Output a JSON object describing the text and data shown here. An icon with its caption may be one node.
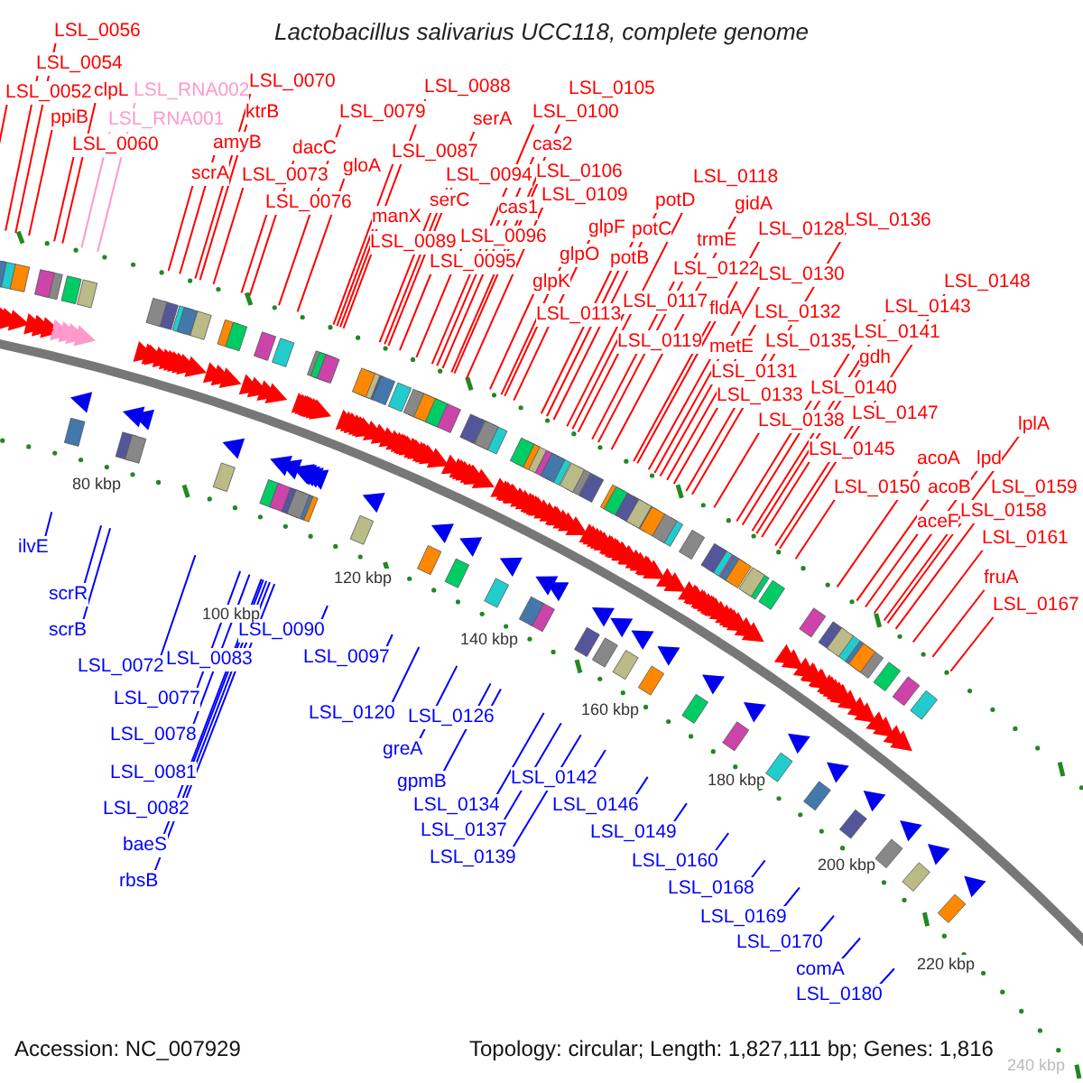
{
  "diagram": {
    "title": "Lactobacillus salivarius UCC118, complete genome",
    "nodes": [
      {
        "text": [
          "LSL_0056"
        ]
      },
      {
        "text": [
          "LSL_0054"
        ]
      },
      {
        "text": [
          "LSL_0052"
        ]
      },
      {
        "text": [
          "clpL"
        ]
      },
      {
        "text": [
          "LSL_RNA002"
        ]
      },
      {
        "text": [
          "ppiB"
        ]
      },
      {
        "text": [
          "LSL_RNA001"
        ]
      },
      {
        "text": [
          "LSL_0060"
        ]
      },
      {
        "text": [
          "LSL_0070"
        ]
      },
      {
        "text": [
          "ktrB"
        ]
      },
      {
        "text": [
          "amyB"
        ]
      },
      {
        "text": [
          "scrA"
        ]
      },
      {
        "text": [
          "LSL_0073"
        ]
      },
      {
        "text": [
          "LSL_0076"
        ]
      },
      {
        "text": [
          "dacC"
        ]
      },
      {
        "text": [
          "LSL_0079"
        ]
      },
      {
        "text": [
          "gloA"
        ]
      },
      {
        "text": [
          "LSL_0088"
        ]
      },
      {
        "text": [
          "serA"
        ]
      },
      {
        "text": [
          "LSL_0087"
        ]
      },
      {
        "text": [
          "LSL_0094"
        ]
      },
      {
        "text": [
          "serC"
        ]
      },
      {
        "text": [
          "manX"
        ]
      },
      {
        "text": [
          "LSL_0089"
        ]
      },
      {
        "text": [
          "LSL_0096"
        ]
      },
      {
        "text": [
          "LSL_0095"
        ]
      },
      {
        "text": [
          "cas1"
        ]
      },
      {
        "text": [
          "LSL_0100"
        ]
      },
      {
        "text": [
          "LSL_0105"
        ]
      },
      {
        "text": [
          "cas2"
        ]
      },
      {
        "text": [
          "LSL_0106"
        ]
      },
      {
        "text": [
          "LSL_0109"
        ]
      },
      {
        "text": [
          "glpF"
        ]
      },
      {
        "text": [
          "glpO"
        ]
      },
      {
        "text": [
          "glpK"
        ]
      },
      {
        "text": [
          "LSL_0113"
        ]
      },
      {
        "text": [
          "potD"
        ]
      },
      {
        "text": [
          "potC"
        ]
      },
      {
        "text": [
          "potB"
        ]
      },
      {
        "text": [
          "LSL_0117"
        ]
      },
      {
        "text": [
          "LSL_0119"
        ]
      },
      {
        "text": [
          "LSL_0118"
        ]
      },
      {
        "text": [
          "gidA"
        ]
      },
      {
        "text": [
          "trmE"
        ]
      },
      {
        "text": [
          "LSL_0122"
        ]
      },
      {
        "text": [
          "fldA"
        ]
      },
      {
        "text": [
          "LSL_0128"
        ]
      },
      {
        "text": [
          "LSL_0130"
        ]
      },
      {
        "text": [
          "LSL_0136"
        ]
      },
      {
        "text": [
          "LSL_0132"
        ]
      },
      {
        "text": [
          "metE"
        ]
      },
      {
        "text": [
          "LSL_0135"
        ]
      },
      {
        "text": [
          "LSL_0131"
        ]
      },
      {
        "text": [
          "LSL_0133"
        ]
      },
      {
        "text": [
          "LSL_0148"
        ]
      },
      {
        "text": [
          "LSL_0143"
        ]
      },
      {
        "text": [
          "LSL_0141"
        ]
      },
      {
        "text": [
          "gdh"
        ]
      },
      {
        "text": [
          "LSL_0140"
        ]
      },
      {
        "text": [
          "LSL_0138"
        ]
      },
      {
        "text": [
          "LSL_0147"
        ]
      },
      {
        "text": [
          "LSL_0145"
        ]
      },
      {
        "text": [
          "LSL_0150"
        ]
      },
      {
        "text": [
          "acoA"
        ]
      },
      {
        "text": [
          "lpd"
        ]
      },
      {
        "text": [
          "lplA"
        ]
      },
      {
        "text": [
          "acoB"
        ]
      },
      {
        "text": [
          "LSL_0159"
        ]
      },
      {
        "text": [
          "aceF"
        ]
      },
      {
        "text": [
          "LSL_0158"
        ]
      },
      {
        "text": [
          "LSL_0161"
        ]
      },
      {
        "text": [
          "fruA"
        ]
      },
      {
        "text": [
          "LSL_0167"
        ]
      },
      {
        "text": [
          "ilvE"
        ]
      },
      {
        "text": [
          "scrR"
        ]
      },
      {
        "text": [
          "scrB"
        ]
      },
      {
        "text": [
          "LSL_0072"
        ]
      },
      {
        "text": [
          "LSL_0083"
        ]
      },
      {
        "text": [
          "LSL_0077"
        ]
      },
      {
        "text": [
          "LSL_0078"
        ]
      },
      {
        "text": [
          "LSL_0081"
        ]
      },
      {
        "text": [
          "LSL_0082"
        ]
      },
      {
        "text": [
          "baeS"
        ]
      },
      {
        "text": [
          "rbsB"
        ]
      },
      {
        "text": [
          "LSL_0090"
        ]
      },
      {
        "text": [
          "LSL_0097"
        ]
      },
      {
        "text": [
          "LSL_0120"
        ]
      },
      {
        "text": [
          "LSL_0126"
        ]
      },
      {
        "text": [
          "greA"
        ]
      },
      {
        "text": [
          "gpmB"
        ]
      },
      {
        "text": [
          "LSL_0134"
        ]
      },
      {
        "text": [
          "LSL_0137"
        ]
      },
      {
        "text": [
          "LSL_0139"
        ]
      },
      {
        "text": [
          "LSL_0142"
        ]
      },
      {
        "text": [
          "LSL_0146"
        ]
      },
      {
        "text": [
          "LSL_0149"
        ]
      },
      {
        "text": [
          "LSL_0160"
        ]
      },
      {
        "text": [
          "LSL_0168"
        ]
      },
      {
        "text": [
          "LSL_0169"
        ]
      },
      {
        "text": [
          "LSL_0170"
        ]
      },
      {
        "text": [
          "comA"
        ]
      },
      {
        "text": [
          "LSL_0180"
        ]
      }
    ],
    "edges": [
      {
        "from": 0,
        "to": null,
        "arrow": "none"
      },
      {
        "from": 1,
        "to": null,
        "arrow": "none"
      },
      {
        "from": 2,
        "to": null,
        "arrow": "none"
      },
      {
        "from": 3,
        "to": null,
        "arrow": "none"
      },
      {
        "from": 4,
        "to": null,
        "arrow": "none",
        "color": "#ff99cc"
      },
      {
        "from": 5,
        "to": null,
        "arrow": "none"
      },
      {
        "from": 6,
        "to": null,
        "arrow": "none",
        "color": "#ff99cc"
      },
      {
        "from": 7,
        "to": null,
        "arrow": "none"
      },
      {
        "from": 8,
        "to": null,
        "arrow": "none"
      },
      {
        "from": 9,
        "to": null,
        "arrow": "none"
      },
      {
        "from": 10,
        "to": null,
        "arrow": "none"
      },
      {
        "from": 11,
        "to": null,
        "arrow": "none"
      },
      {
        "from": 12,
        "to": null,
        "arrow": "none"
      },
      {
        "from": 13,
        "to": null,
        "arrow": "none"
      },
      {
        "from": 14,
        "to": null,
        "arrow": "none"
      },
      {
        "from": 15,
        "to": null,
        "arrow": "none"
      },
      {
        "from": 16,
        "to": null,
        "arrow": "none"
      },
      {
        "from": 17,
        "to": null,
        "arrow": "none"
      },
      {
        "from": 18,
        "to": null,
        "arrow": "none"
      },
      {
        "from": 19,
        "to": null,
        "arrow": "none"
      },
      {
        "from": 20,
        "to": null,
        "arrow": "none"
      },
      {
        "from": 21,
        "to": null,
        "arrow": "none"
      },
      {
        "from": 22,
        "to": null,
        "arrow": "none"
      },
      {
        "from": 23,
        "to": null,
        "arrow": "none"
      },
      {
        "from": 24,
        "to": null,
        "arrow": "none"
      },
      {
        "from": 25,
        "to": null,
        "arrow": "none"
      },
      {
        "from": 26,
        "to": null,
        "arrow": "none"
      },
      {
        "from": 27,
        "to": null,
        "arrow": "none"
      },
      {
        "from": 28,
        "to": null,
        "arrow": "none"
      },
      {
        "from": 29,
        "to": null,
        "arrow": "none"
      },
      {
        "from": 30,
        "to": null,
        "arrow": "none"
      },
      {
        "from": 31,
        "to": null,
        "arrow": "none"
      },
      {
        "from": 32,
        "to": null,
        "arrow": "none"
      },
      {
        "from": 33,
        "to": null,
        "arrow": "none"
      },
      {
        "from": 34,
        "to": null,
        "arrow": "none"
      },
      {
        "from": 35,
        "to": null,
        "arrow": "none"
      },
      {
        "from": 36,
        "to": null,
        "arrow": "none"
      },
      {
        "from": 37,
        "to": null,
        "arrow": "none"
      },
      {
        "from": 38,
        "to": null,
        "arrow": "none"
      },
      {
        "from": 39,
        "to": null,
        "arrow": "none"
      },
      {
        "from": 40,
        "to": null,
        "arrow": "none"
      },
      {
        "from": 41,
        "to": null,
        "arrow": "none"
      },
      {
        "from": 42,
        "to": null,
        "arrow": "none"
      },
      {
        "from": 43,
        "to": null,
        "arrow": "none"
      },
      {
        "from": 44,
        "to": null,
        "arrow": "none"
      },
      {
        "from": 45,
        "to": null,
        "arrow": "none"
      },
      {
        "from": 46,
        "to": null,
        "arrow": "none"
      },
      {
        "from": 47,
        "to": null,
        "arrow": "none"
      },
      {
        "from": 48,
        "to": null,
        "arrow": "none"
      },
      {
        "from": 49,
        "to": null,
        "arrow": "none"
      },
      {
        "from": 50,
        "to": null,
        "arrow": "none"
      },
      {
        "from": 51,
        "to": null,
        "arrow": "none"
      },
      {
        "from": 52,
        "to": null,
        "arrow": "none"
      },
      {
        "from": 53,
        "to": null,
        "arrow": "none"
      },
      {
        "from": 54,
        "to": null,
        "arrow": "none"
      },
      {
        "from": 55,
        "to": null,
        "arrow": "none"
      },
      {
        "from": 56,
        "to": null,
        "arrow": "none"
      },
      {
        "from": 57,
        "to": null,
        "arrow": "none"
      },
      {
        "from": 58,
        "to": null,
        "arrow": "none"
      },
      {
        "from": 59,
        "to": null,
        "arrow": "none"
      },
      {
        "from": 60,
        "to": null,
        "arrow": "none"
      },
      {
        "from": 61,
        "to": null,
        "arrow": "none"
      },
      {
        "from": 62,
        "to": null,
        "arrow": "none"
      },
      {
        "from": 63,
        "to": null,
        "arrow": "none"
      },
      {
        "from": 64,
        "to": null,
        "arrow": "none"
      },
      {
        "from": 65,
        "to": null,
        "arrow": "none"
      },
      {
        "from": 66,
        "to": null,
        "arrow": "none"
      },
      {
        "from": 67,
        "to": null,
        "arrow": "none"
      },
      {
        "from": 68,
        "to": null,
        "arrow": "none"
      },
      {
        "from": 69,
        "to": null,
        "arrow": "none"
      },
      {
        "from": 70,
        "to": null,
        "arrow": "none"
      },
      {
        "from": 71,
        "to": null,
        "arrow": "none"
      },
      {
        "from": 72,
        "to": null,
        "arrow": "none"
      },
      {
        "from": 73,
        "to": null,
        "arrow": "none",
        "color": "#0000ff"
      },
      {
        "from": 74,
        "to": null,
        "arrow": "none",
        "color": "#0000ff"
      },
      {
        "from": 75,
        "to": null,
        "arrow": "none",
        "color": "#0000ff"
      },
      {
        "from": 76,
        "to": null,
        "arrow": "none",
        "color": "#0000ff"
      },
      {
        "from": 77,
        "to": null,
        "arrow": "none",
        "color": "#0000ff"
      },
      {
        "from": 78,
        "to": null,
        "arrow": "none",
        "color": "#0000ff"
      },
      {
        "from": 79,
        "to": null,
        "arrow": "none",
        "color": "#0000ff"
      },
      {
        "from": 80,
        "to": null,
        "arrow": "none",
        "color": "#0000ff"
      },
      {
        "from": 81,
        "to": null,
        "arrow": "none",
        "color": "#0000ff"
      },
      {
        "from": 82,
        "to": null,
        "arrow": "none",
        "color": "#0000ff"
      },
      {
        "from": 83,
        "to": null,
        "arrow": "none",
        "color": "#0000ff"
      },
      {
        "from": 84,
        "to": null,
        "arrow": "none",
        "color": "#0000ff"
      },
      {
        "from": 85,
        "to": null,
        "arrow": "none",
        "color": "#0000ff"
      },
      {
        "from": 86,
        "to": null,
        "arrow": "none",
        "color": "#0000ff"
      },
      {
        "from": 87,
        "to": null,
        "arrow": "none",
        "color": "#0000ff"
      },
      {
        "from": 88,
        "to": null,
        "arrow": "none",
        "color": "#0000ff"
      },
      {
        "from": 89,
        "to": null,
        "arrow": "none",
        "color": "#0000ff"
      },
      {
        "from": 90,
        "to": null,
        "arrow": "none",
        "color": "#0000ff"
      },
      {
        "from": 91,
        "to": null,
        "arrow": "none",
        "color": "#0000ff"
      },
      {
        "from": 92,
        "to": null,
        "arrow": "none",
        "color": "#0000ff"
      },
      {
        "from": 93,
        "to": null,
        "arrow": "none",
        "color": "#0000ff"
      },
      {
        "from": 94,
        "to": null,
        "arrow": "none",
        "color": "#0000ff"
      },
      {
        "from": 95,
        "to": null,
        "arrow": "none",
        "color": "#0000ff"
      },
      {
        "from": 96,
        "to": null,
        "arrow": "none",
        "color": "#0000ff"
      },
      {
        "from": 97,
        "to": null,
        "arrow": "none",
        "color": "#0000ff"
      },
      {
        "from": 98,
        "to": null,
        "arrow": "none",
        "color": "#0000ff"
      },
      {
        "from": 99,
        "to": null,
        "arrow": "none",
        "color": "#0000ff"
      },
      {
        "from": 100,
        "to": null,
        "arrow": "none",
        "color": "#0000ff"
      },
      {
        "from": 101,
        "to": null,
        "arrow": "none",
        "color": "#0000ff"
      }
    ],
    "labels": [
      "80 kbp",
      "100 kbp",
      "120 kbp",
      "140 kbp",
      "160 kbp",
      "180 kbp",
      "200 kbp",
      "220 kbp",
      "Accession: NC_007929",
      "Topology: circular; Length: 1,827,111 bp; Genes: 1,816",
      "240 kbp"
    ]
  }
}
